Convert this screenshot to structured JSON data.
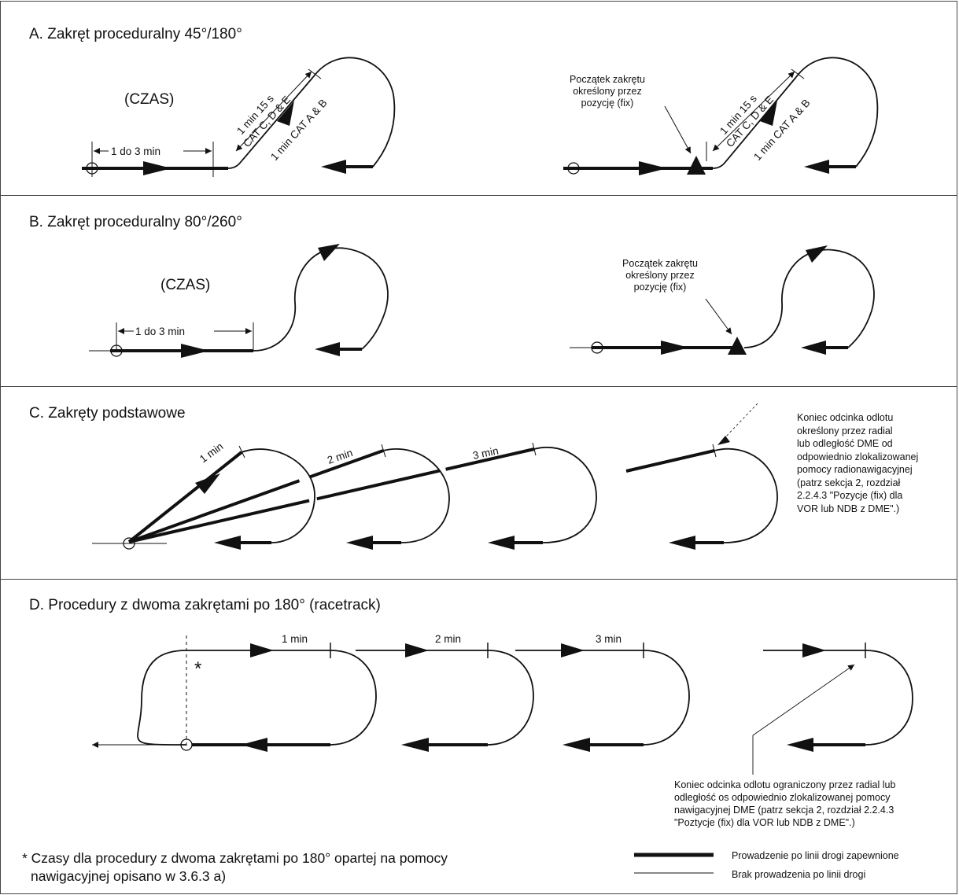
{
  "panels": {
    "a": {
      "title": "A. Zakręt proceduralny 45°/180°",
      "czas": "(CZAS)",
      "dur_label": "1 do 3 min",
      "diag_label_1": "1 min 15 s",
      "diag_label_2": "CAT C, D & E",
      "diag_label_3": "1 min CAT A & B",
      "fix_note": [
        "Początek zakrętu",
        "określony przez",
        "pozycję (fix)"
      ]
    },
    "b": {
      "title": "B. Zakręt proceduralny 80°/260°",
      "czas": "(CZAS)",
      "dur_label": "1 do 3 min",
      "fix_note": [
        "Początek zakrętu",
        "określony przez",
        "pozycję (fix)"
      ]
    },
    "c": {
      "title": "C. Zakręty podstawowe",
      "leg_labels": [
        "1 min",
        "2 min",
        "3 min"
      ],
      "note": [
        "Koniec odcinka odlotu",
        "określony przez radial",
        "lub odległość DME od",
        "odpowiednio zlokalizowanej",
        "pomocy radionawigacyjnej",
        "(patrz sekcja 2, rozdział",
        "2.2.4.3 \"Pozycje (fix) dla",
        "VOR lub NDB z DME\".)"
      ]
    },
    "d": {
      "title": "D. Procedury z dwoma zakrętami po 180° (racetrack)",
      "star": "*",
      "leg_labels": [
        "1 min",
        "2 min",
        "3 min"
      ],
      "note": [
        "Koniec odcinka odlotu ograniczony przez radial lub",
        "odległość os odpowiednio zlokalizowanej pomocy",
        "nawigacyjnej DME (patrz sekcja 2, rozdział 2.2.4.3",
        "\"Poztycje (fix) dla VOR lub NDB z DME\".)"
      ],
      "footnote": [
        "* Czasy dla procedury z dwoma zakrętami po 180° opartej na pomocy",
        "nawigacyjnej opisano w 3.6.3 a)"
      ],
      "legend_guided": "Prowadzenie po linii drogi zapewnione",
      "legend_unguided": "Brak prowadzenia po linii drogi"
    }
  }
}
